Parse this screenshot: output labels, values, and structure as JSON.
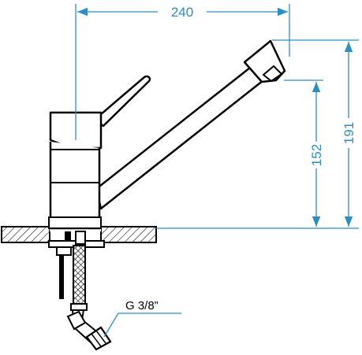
{
  "dimensions": {
    "width": "240",
    "height_total": "191",
    "spout_height": "152"
  },
  "connection_label": "G 3/8”",
  "colors": {
    "dimension": "#2a8ec8",
    "outline": "#000000",
    "hatch_fill": "#cfcfcf"
  }
}
